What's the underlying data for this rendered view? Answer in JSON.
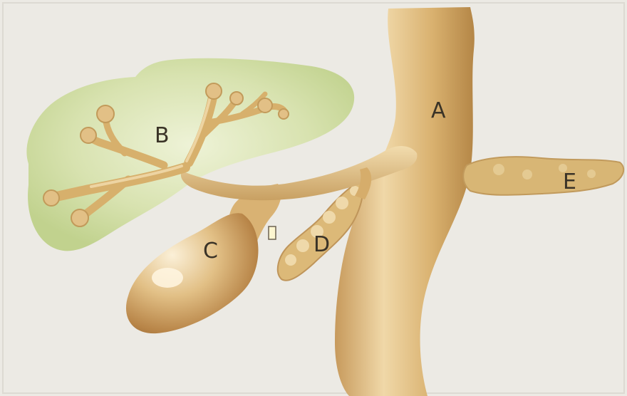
{
  "diagram": {
    "labels": {
      "a": "A",
      "b": "B",
      "c": "C",
      "d": "D",
      "e": "E"
    },
    "colors": {
      "background": "#eceae4",
      "liver": "#cfdca6",
      "organ": "#d9b477",
      "organ_shadow": "#b68a4c",
      "label_text": "#3a3327"
    }
  }
}
